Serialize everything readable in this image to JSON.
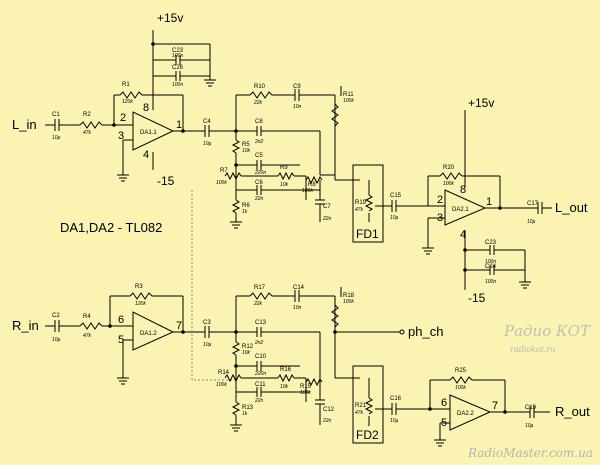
{
  "ports": {
    "l_in": "L_in",
    "r_in": "R_in",
    "l_out": "L_out",
    "r_out": "R_out",
    "ph_ch": "ph_ch"
  },
  "supplies": {
    "top_left_pos": "+15v",
    "top_left_neg": "-15",
    "right_pos": "+15v",
    "right_neg": "-15"
  },
  "chip_note": "DA1,DA2 - TL082",
  "blocks": {
    "fd1": "FD1",
    "fd2": "FD2"
  },
  "opamps": {
    "da11": "DA1.1",
    "da12": "DA1.2",
    "da21": "DA2.1",
    "da22": "DA2.2"
  },
  "pins": {
    "da11_inp": "2",
    "da11_inn": "3",
    "da11_out": "1",
    "da11_vcc": "8",
    "da11_vee": "4",
    "da12_inp": "6",
    "da12_inn": "5",
    "da12_out": "7",
    "da21_inp": "2",
    "da21_inn": "3",
    "da21_out": "1",
    "da21_vcc": "8",
    "da21_vee": "4",
    "da22_inp": "6",
    "da22_inn": "5",
    "da22_out": "7"
  },
  "parts": {
    "c1": "C1",
    "c1v": "10µ",
    "r2": "R2",
    "r2v": "47k",
    "r1": "R1",
    "r1v": "120k",
    "c23a": "C23",
    "c23av": "100n",
    "c26": "C26",
    "c26v": "100n",
    "c4": "C4",
    "c4v": "10µ",
    "r10": "R10",
    "r10v": "22k",
    "c9": "C9",
    "c9v": "10n",
    "r11": "R11",
    "r11v": "100k",
    "c8": "C8",
    "c8v": "2n2",
    "r5": "R5",
    "r5v": "10k",
    "c5": "C5",
    "c5v": "220n",
    "r9": "R9",
    "r9v": "10k",
    "r7": "R7",
    "r7v": "100k",
    "c6": "C6",
    "c6v": "22n",
    "r8": "R8",
    "r8v": "100k",
    "r6": "R6",
    "r6v": "1k",
    "c7": "C7",
    "c7v": "22n",
    "r19": "R19",
    "r19v": "47k",
    "c15": "C15",
    "c15v": "10µ",
    "r20": "R20",
    "r20v": "100k",
    "c17": "C17",
    "c17v": "10µ",
    "c23b": "C23",
    "c23bv": "100n",
    "c24": "C24",
    "c24v": "100n",
    "c2": "C2",
    "c2v": "10µ",
    "r4": "R4",
    "r4v": "47k",
    "r3": "R3",
    "r3v": "120k",
    "c3": "C3",
    "c3v": "10µ",
    "r17": "R17",
    "r17v": "22k",
    "c14": "C14",
    "c14v": "10n",
    "r18": "R18",
    "r18v": "100k",
    "c13": "C13",
    "c13v": "2n2",
    "r12": "R12",
    "r12v": "10k",
    "c10": "C10",
    "c10v": "220n",
    "r16": "R16",
    "r16v": "10k",
    "r14": "R14",
    "r14v": "100k",
    "c11": "C11",
    "c11v": "22n",
    "r15": "R15",
    "r15v": "100k",
    "r13": "R13",
    "r13v": "1k",
    "c12": "C12",
    "c12v": "22n",
    "r21": "R21",
    "r21v": "47k",
    "c16": "C16",
    "c16v": "10µ",
    "r25": "R25",
    "r25v": "100k",
    "c19": "C19",
    "c19v": "10µ"
  },
  "watermark": {
    "brand": "Радио КОТ",
    "site": "radiokot.ru",
    "radiomaster": "RadioMaster.com.ua"
  }
}
